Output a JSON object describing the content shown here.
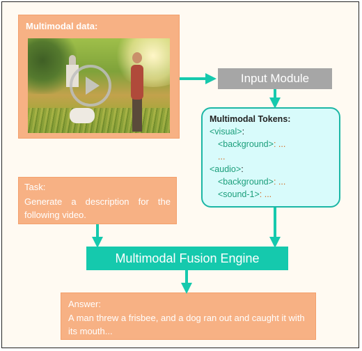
{
  "multimodal_data": {
    "label": "Multimodal data:",
    "media": "video-thumbnail",
    "overlay_icon": "play-icon"
  },
  "input_module": {
    "label": "Input Module"
  },
  "tokens": {
    "title": "Multimodal Tokens:",
    "lines": [
      {
        "indent": 0,
        "tag": "<visual>",
        "suffix": ":"
      },
      {
        "indent": 1,
        "tag": "<background>",
        "suffix": ": ..."
      },
      {
        "indent": 1,
        "tag": "",
        "suffix": "..."
      },
      {
        "indent": 0,
        "tag": "<audio>",
        "suffix": ":"
      },
      {
        "indent": 1,
        "tag": "<background>",
        "suffix": ": ..."
      },
      {
        "indent": 1,
        "tag": "<sound-1>",
        "suffix": ": ..."
      }
    ]
  },
  "task": {
    "label": "Task:",
    "text": "Generate a description for the following video."
  },
  "engine": {
    "label": "Multimodal Fusion Engine"
  },
  "answer": {
    "label": "Answer:",
    "text": "A man threw a frisbee, and a dog ran out and caught it with its mouth..."
  },
  "colors": {
    "orange_box": "#f7b184",
    "teal": "#15c9ad",
    "token_bg": "#d8fbfb",
    "gray": "#a6a6a6"
  }
}
